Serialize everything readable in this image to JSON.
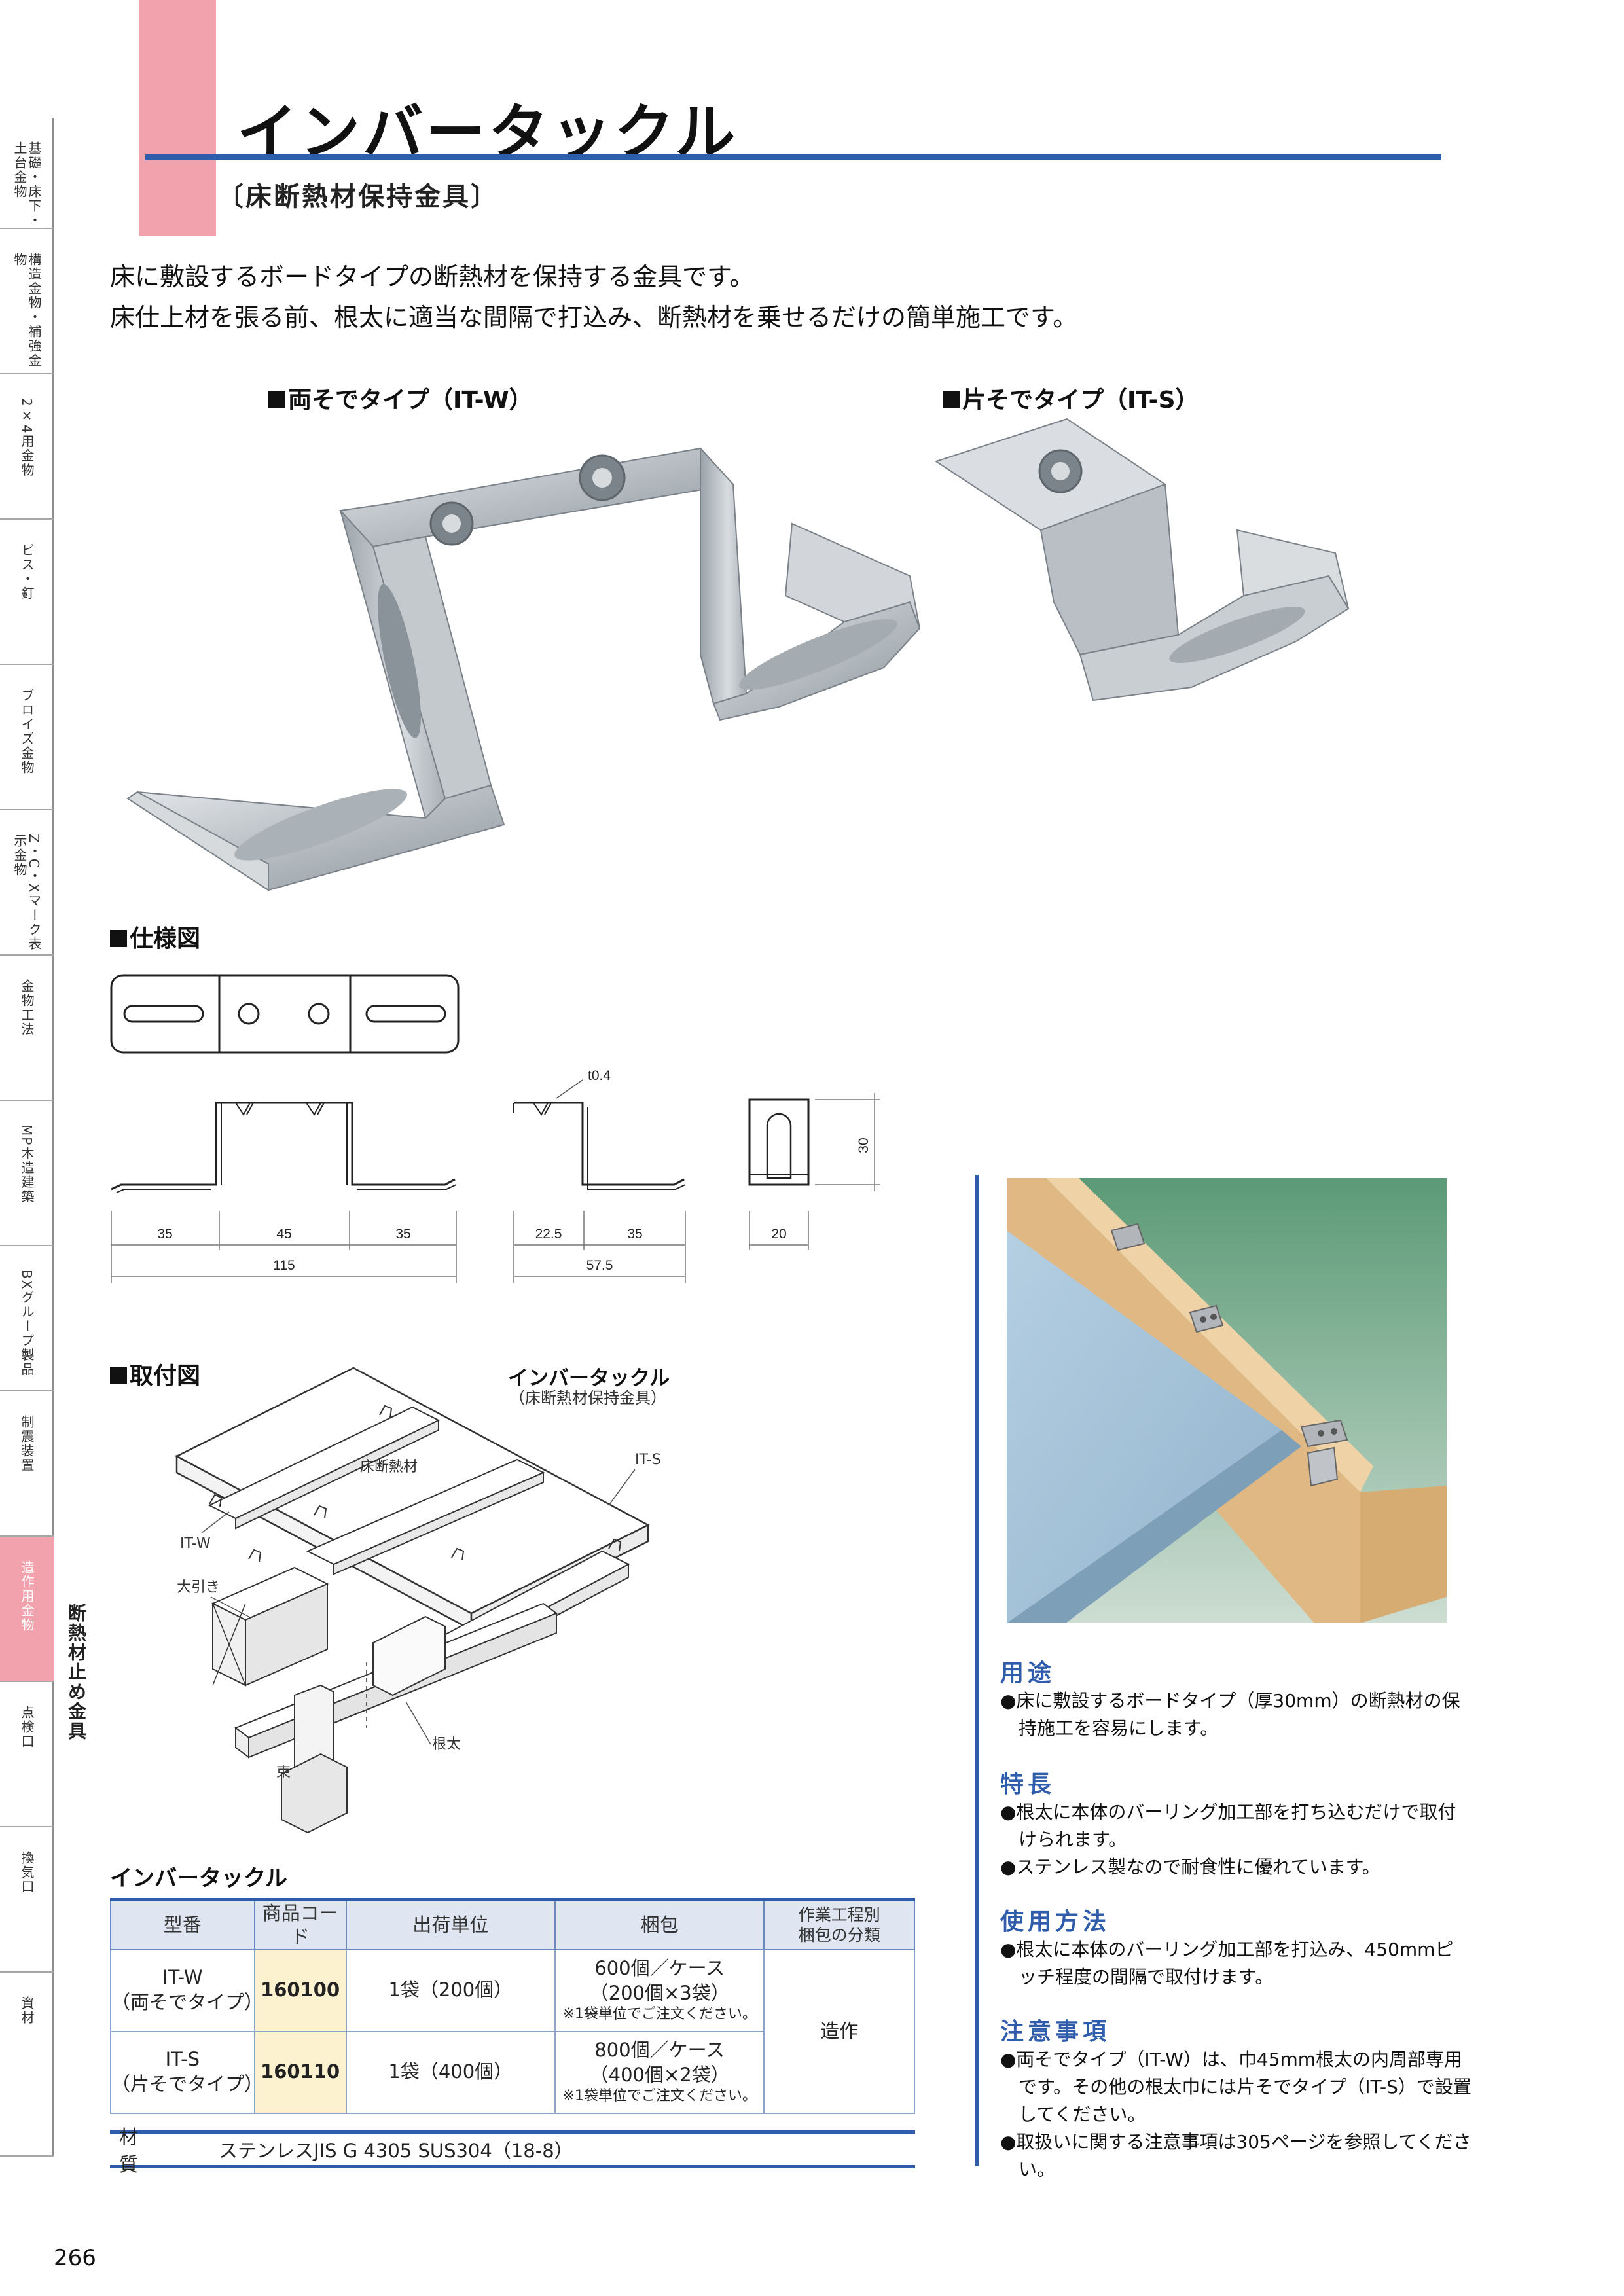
{
  "page": {
    "title": "インバータックル",
    "subtitle": "〔床断熱材保持金具〕",
    "intro": [
      "床に敷設するボードタイプの断熱材を保持する金具です。",
      "床仕上材を張る前、根太に適当な間隔で打込み、断熱材を乗せるだけの簡単施工です。"
    ],
    "page_number": "266"
  },
  "sidebar": {
    "tabs": [
      "基礎・床下・土台金物",
      "構造金物・補強金物",
      "2×4用金物",
      "ビス・釘",
      "ブロイズ金物",
      "Z・C・Xマーク表示金物",
      "金物工法",
      "MP木造建築",
      "BXグループ製品",
      "制震装置",
      "造作用金物",
      "点検口",
      "換気口",
      "資材"
    ],
    "active_label": "断熱材止め金具"
  },
  "products": {
    "double": "両そでタイプ（IT-W）",
    "single": "片そでタイプ（IT-S）"
  },
  "spec_drawing": {
    "heading": "仕様図",
    "thickness": "t0.4",
    "w_dims": [
      "35",
      "45",
      "35"
    ],
    "w_total": "115",
    "s_dims": [
      "22.5",
      "35"
    ],
    "s_total": "57.5",
    "side_height": "30",
    "side_width": "20"
  },
  "install_drawing": {
    "heading": "取付図",
    "product_label": "インバータックル",
    "product_sub": "（床断熱材保持金具）",
    "labels": {
      "insulation": "床断熱材",
      "it_s": "IT-S",
      "it_w": "IT-W",
      "beam": "大引き",
      "post": "束",
      "joist": "根太"
    }
  },
  "table": {
    "title": "インバータックル",
    "headers": [
      "型番",
      "商品コード",
      "出荷単位",
      "梱包",
      "作業工程別\n梱包の分類"
    ],
    "rows": [
      {
        "model": "IT-W\n（両そでタイプ）",
        "code": "160100",
        "unit": "1袋（200個）",
        "pack": "600個／ケース\n（200個×3袋）",
        "pack_note": "※1袋単位でご注文ください。"
      },
      {
        "model": "IT-S\n（片そでタイプ）",
        "code": "160110",
        "unit": "1袋（400個）",
        "pack": "800個／ケース\n（400個×2袋）",
        "pack_note": "※1袋単位でご注文ください。"
      }
    ],
    "category": "造作",
    "material_label": "材　質",
    "material_value": "ステンレスJIS G 4305 SUS304（18-8）"
  },
  "right_col": {
    "usage_head": "用途",
    "usage": [
      "●床に敷設するボードタイプ（厚30mm）の断熱材の保持施工を容易にします。"
    ],
    "feature_head": "特長",
    "features": [
      "●根太に本体のバーリング加工部を打ち込むだけで取付けられます。",
      "●ステンレス製なので耐食性に優れています。"
    ],
    "method_head": "使用方法",
    "method": [
      "●根太に本体のバーリング加工部を打込み、450mmピッチ程度の間隔で取付けます。"
    ],
    "caution_head": "注意事項",
    "cautions": [
      "●両そでタイプ（IT-W）は、巾45mm根太の内周部専用です。その他の根太巾には片そでタイプ（IT-S）で設置してください。",
      "●取扱いに関する注意事項は305ページを参照してください。"
    ]
  }
}
